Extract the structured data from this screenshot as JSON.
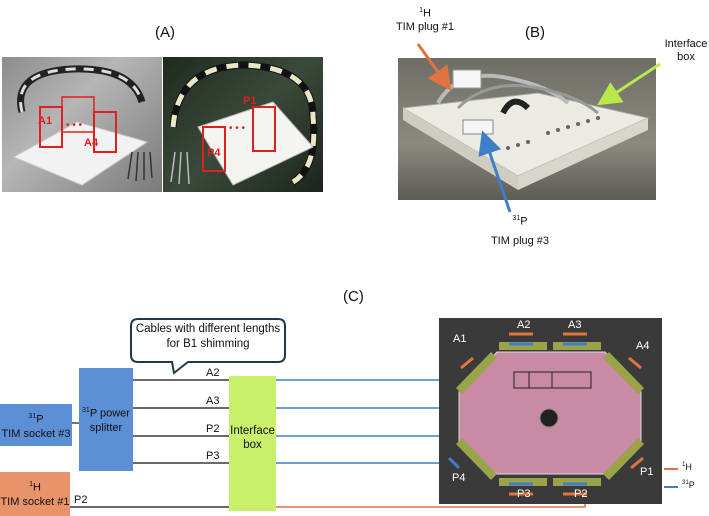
{
  "panels": {
    "a": "(A)",
    "b": "(B)",
    "c": "(C)"
  },
  "photo_a": {
    "left_labels": [
      "A1",
      "A4"
    ],
    "right_labels": [
      "P1",
      "P4"
    ],
    "dots": "• • •"
  },
  "photo_b": {
    "h_plug": {
      "sup": "1",
      "sym": "H",
      "label": "TIM plug #1"
    },
    "p_plug": {
      "sup": "31",
      "sym": "P",
      "label": "TIM plug #3"
    },
    "interface": "Interface box"
  },
  "diagram": {
    "callout": "Cables with different lengths for B1 shimming",
    "p_socket": {
      "sup": "31",
      "sym": "P",
      "label": "TIM socket #3"
    },
    "h_socket": {
      "sup": "1",
      "sym": "H",
      "label": "TIM socket #1"
    },
    "splitter": {
      "sup": "31",
      "rest": "P power splitter"
    },
    "interface_box": "Interface box",
    "cables": [
      "A2",
      "A3",
      "P2",
      "P3"
    ],
    "h_cable": "P2",
    "coil_top": [
      "A1",
      "A2",
      "A3",
      "A4"
    ],
    "coil_bottom": [
      "P4",
      "P3",
      "P2",
      "P1"
    ],
    "legend": [
      {
        "sup": "1",
        "sym": "H",
        "color": "#e0743f"
      },
      {
        "sup": "31",
        "sym": "P",
        "color": "#3f7fc8"
      }
    ]
  },
  "colors": {
    "p_box": "#5b8fd6",
    "h_box": "#e9936b",
    "interface_box": "#c9f06a",
    "blue_line": "#3f7fc8",
    "orange_line": "#e0743f",
    "coil_fill": "#c98aa3",
    "element": "#9aa24a"
  }
}
